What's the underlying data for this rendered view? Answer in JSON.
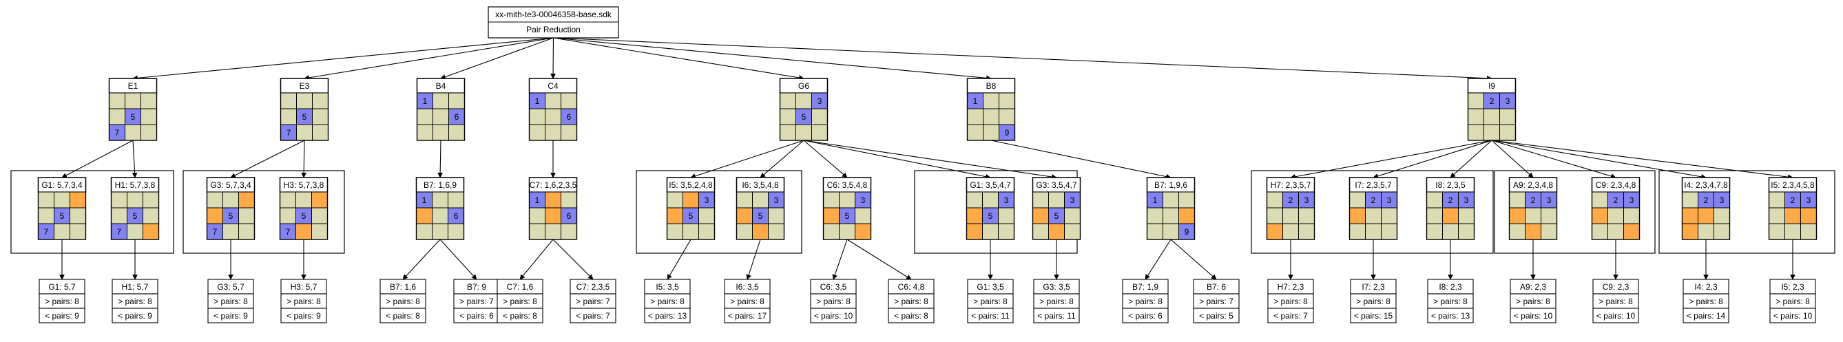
{
  "root": {
    "title": "xx-mith-te3-00046358-base.sdk",
    "subtitle": "Pair Reduction"
  },
  "colors": {
    "cell": "#dcdcb4",
    "blue": "#8282f0",
    "orange": "#ffaa46",
    "line": "#000000",
    "background": "#ffffff"
  },
  "level1": [
    {
      "label": "E1",
      "cells": [
        "e",
        "e",
        "e",
        "e",
        "b",
        "e",
        "b",
        "e",
        "e"
      ],
      "nums": [
        "",
        "",
        "",
        "",
        "5",
        "",
        "7",
        "",
        ""
      ]
    },
    {
      "label": "E3",
      "cells": [
        "e",
        "e",
        "e",
        "e",
        "b",
        "e",
        "b",
        "e",
        "e"
      ],
      "nums": [
        "",
        "",
        "",
        "",
        "5",
        "",
        "7",
        "",
        ""
      ]
    },
    {
      "label": "B4",
      "cells": [
        "b",
        "e",
        "e",
        "e",
        "e",
        "b",
        "e",
        "e",
        "e"
      ],
      "nums": [
        "1",
        "",
        "",
        "",
        "",
        "6",
        "",
        "",
        ""
      ]
    },
    {
      "label": "C4",
      "cells": [
        "b",
        "e",
        "e",
        "e",
        "e",
        "b",
        "e",
        "e",
        "e"
      ],
      "nums": [
        "1",
        "",
        "",
        "",
        "",
        "6",
        "",
        "",
        ""
      ]
    },
    {
      "label": "G6",
      "cells": [
        "e",
        "e",
        "b",
        "e",
        "b",
        "e",
        "e",
        "e",
        "e"
      ],
      "nums": [
        "",
        "",
        "3",
        "",
        "5",
        "",
        "",
        "",
        ""
      ]
    },
    {
      "label": "B8",
      "cells": [
        "b",
        "e",
        "e",
        "e",
        "e",
        "e",
        "e",
        "e",
        "b"
      ],
      "nums": [
        "1",
        "",
        "",
        "",
        "",
        "",
        "",
        "",
        "9"
      ]
    },
    {
      "label": "I9",
      "cells": [
        "e",
        "b",
        "b",
        "e",
        "e",
        "e",
        "e",
        "e",
        "e"
      ],
      "nums": [
        "",
        "2",
        "3",
        "",
        "",
        "",
        "",
        "",
        ""
      ]
    }
  ],
  "level2": [
    {
      "label": "G1: 5,7,3,4",
      "cells": [
        "e",
        "e",
        "o",
        "e",
        "b",
        "e",
        "b",
        "e",
        "e"
      ],
      "nums": [
        "",
        "",
        "",
        "",
        "5",
        "",
        "7",
        "",
        ""
      ]
    },
    {
      "label": "H1: 5,7,3,8",
      "cells": [
        "e",
        "e",
        "e",
        "e",
        "b",
        "e",
        "b",
        "e",
        "o"
      ],
      "nums": [
        "",
        "",
        "",
        "",
        "5",
        "",
        "7",
        "",
        ""
      ]
    },
    {
      "label": "G3: 5,7,3,4",
      "cells": [
        "e",
        "e",
        "o",
        "o",
        "b",
        "e",
        "b",
        "e",
        "e"
      ],
      "nums": [
        "",
        "",
        "",
        "",
        "5",
        "",
        "7",
        "",
        ""
      ]
    },
    {
      "label": "H3: 5,7,3,8",
      "cells": [
        "e",
        "e",
        "o",
        "e",
        "b",
        "e",
        "b",
        "o",
        "e"
      ],
      "nums": [
        "",
        "",
        "",
        "",
        "5",
        "",
        "7",
        "",
        ""
      ]
    },
    {
      "label": "B7: 1,6,9",
      "cells": [
        "b",
        "e",
        "e",
        "o",
        "e",
        "b",
        "e",
        "e",
        "e"
      ],
      "nums": [
        "1",
        "",
        "",
        "",
        "",
        "6",
        "",
        "",
        ""
      ]
    },
    {
      "label": "C7: 1,6,2,3,5",
      "cells": [
        "b",
        "o",
        "e",
        "e",
        "o",
        "b",
        "e",
        "e",
        "e"
      ],
      "nums": [
        "1",
        "",
        "",
        "",
        "",
        "6",
        "",
        "",
        ""
      ]
    },
    {
      "label": "I5: 3,5,2,4,8",
      "cells": [
        "e",
        "o",
        "b",
        "o",
        "b",
        "e",
        "e",
        "e",
        "e"
      ],
      "nums": [
        "",
        "",
        "3",
        "",
        "5",
        "",
        "",
        "",
        ""
      ]
    },
    {
      "label": "I6: 3,5,4,8",
      "cells": [
        "e",
        "e",
        "b",
        "o",
        "b",
        "e",
        "e",
        "o",
        "e"
      ],
      "nums": [
        "",
        "",
        "3",
        "",
        "5",
        "",
        "",
        "",
        ""
      ]
    },
    {
      "label": "C6: 3,5,4,8",
      "cells": [
        "e",
        "e",
        "b",
        "o",
        "b",
        "e",
        "e",
        "e",
        "o"
      ],
      "nums": [
        "",
        "",
        "3",
        "",
        "5",
        "",
        "",
        "",
        ""
      ]
    },
    {
      "label": "G1: 3,5,4,7",
      "cells": [
        "e",
        "e",
        "b",
        "o",
        "b",
        "e",
        "o",
        "e",
        "e"
      ],
      "nums": [
        "",
        "",
        "3",
        "",
        "5",
        "",
        "",
        "",
        ""
      ]
    },
    {
      "label": "G3: 3,5,4,7",
      "cells": [
        "e",
        "e",
        "b",
        "o",
        "b",
        "e",
        "e",
        "o",
        "e"
      ],
      "nums": [
        "",
        "",
        "3",
        "",
        "5",
        "",
        "",
        "",
        ""
      ]
    },
    {
      "label": "B7: 1,9,6",
      "cells": [
        "b",
        "e",
        "e",
        "e",
        "e",
        "o",
        "e",
        "e",
        "b"
      ],
      "nums": [
        "1",
        "",
        "",
        "",
        "",
        "",
        "",
        "",
        "9"
      ]
    },
    {
      "label": "H7: 2,3,5,7",
      "cells": [
        "e",
        "b",
        "b",
        "e",
        "e",
        "e",
        "o",
        "e",
        "e"
      ],
      "nums": [
        "",
        "2",
        "3",
        "",
        "",
        "",
        "",
        "",
        ""
      ]
    },
    {
      "label": "I7: 2,3,5,7",
      "cells": [
        "e",
        "b",
        "b",
        "o",
        "e",
        "e",
        "e",
        "e",
        "e"
      ],
      "nums": [
        "",
        "2",
        "3",
        "",
        "",
        "",
        "",
        "",
        ""
      ]
    },
    {
      "label": "I8: 2,3,5",
      "cells": [
        "e",
        "b",
        "b",
        "e",
        "o",
        "e",
        "e",
        "e",
        "e"
      ],
      "nums": [
        "",
        "2",
        "3",
        "",
        "",
        "",
        "",
        "",
        ""
      ]
    },
    {
      "label": "A9: 2,3,4,8",
      "cells": [
        "e",
        "b",
        "b",
        "o",
        "e",
        "e",
        "e",
        "o",
        "e"
      ],
      "nums": [
        "",
        "2",
        "3",
        "",
        "",
        "",
        "",
        "",
        ""
      ]
    },
    {
      "label": "C9: 2,3,4,8",
      "cells": [
        "e",
        "b",
        "b",
        "o",
        "e",
        "e",
        "e",
        "e",
        "o"
      ],
      "nums": [
        "",
        "2",
        "3",
        "",
        "",
        "",
        "",
        "",
        ""
      ]
    },
    {
      "label": "I4: 2,3,4,7,8",
      "cells": [
        "e",
        "b",
        "b",
        "o",
        "o",
        "e",
        "o",
        "e",
        "e"
      ],
      "nums": [
        "",
        "2",
        "3",
        "",
        "",
        "",
        "",
        "",
        ""
      ]
    },
    {
      "label": "I5: 2,3,4,5,8",
      "cells": [
        "e",
        "b",
        "b",
        "e",
        "o",
        "o",
        "e",
        "e",
        "e"
      ],
      "nums": [
        "",
        "2",
        "3",
        "",
        "",
        "",
        "",
        "",
        ""
      ]
    }
  ],
  "level3": [
    {
      "label": "G1: 5,7",
      "more": "> pairs: 8",
      "less": "< pairs: 9"
    },
    {
      "label": "H1: 5,7",
      "more": "> pairs: 8",
      "less": "< pairs: 9"
    },
    {
      "label": "G3: 5,7",
      "more": "> pairs: 8",
      "less": "< pairs: 9"
    },
    {
      "label": "H3: 5,7",
      "more": "> pairs: 8",
      "less": "< pairs: 9"
    },
    {
      "label": "B7: 1,6",
      "more": "> pairs: 8",
      "less": "< pairs: 8"
    },
    {
      "label": "B7: 9",
      "more": "> pairs: 7",
      "less": "< pairs: 6"
    },
    {
      "label": "C7: 1,6",
      "more": "> pairs: 8",
      "less": "< pairs: 8"
    },
    {
      "label": "C7: 2,3,5",
      "more": "> pairs: 7",
      "less": "< pairs: 7"
    },
    {
      "label": "I5: 3,5",
      "more": "> pairs: 8",
      "less": "< pairs: 13"
    },
    {
      "label": "I6: 3,5",
      "more": "> pairs: 8",
      "less": "< pairs: 17"
    },
    {
      "label": "C6: 3,5",
      "more": "> pairs: 8",
      "less": "< pairs: 10"
    },
    {
      "label": "C6: 4,8",
      "more": "> pairs: 8",
      "less": "< pairs: 8"
    },
    {
      "label": "G1: 3,5",
      "more": "> pairs: 8",
      "less": "< pairs: 11"
    },
    {
      "label": "G3: 3,5",
      "more": "> pairs: 8",
      "less": "< pairs: 11"
    },
    {
      "label": "B7: 1,9",
      "more": "> pairs: 8",
      "less": "< pairs: 6"
    },
    {
      "label": "B7: 6",
      "more": "> pairs: 7",
      "less": "< pairs: 5"
    },
    {
      "label": "H7: 2,3",
      "more": "> pairs: 8",
      "less": "< pairs: 7"
    },
    {
      "label": "I7: 2,3",
      "more": "> pairs: 8",
      "less": "< pairs: 15"
    },
    {
      "label": "I8: 2,3",
      "more": "> pairs: 8",
      "less": "< pairs: 13"
    },
    {
      "label": "A9: 2,3",
      "more": "> pairs: 8",
      "less": "< pairs: 10"
    },
    {
      "label": "C9: 2,3",
      "more": "> pairs: 8",
      "less": "< pairs: 10"
    },
    {
      "label": "I4: 2,3",
      "more": "> pairs: 8",
      "less": "< pairs: 14"
    },
    {
      "label": "I5: 2,3",
      "more": "> pairs: 8",
      "less": "< pairs: 10"
    }
  ]
}
